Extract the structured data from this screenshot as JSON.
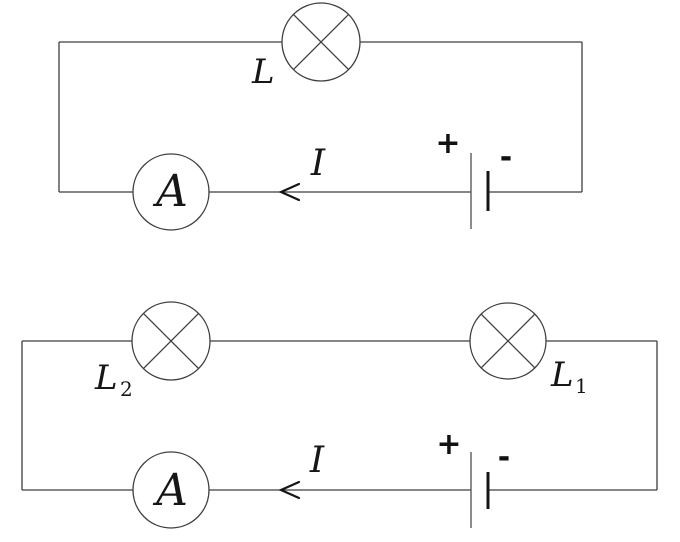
{
  "diagram": {
    "description": "Two series electrical circuit diagrams",
    "colors": {
      "background": "#ffffff",
      "wire": "#3f3f3f",
      "ink": "#161616"
    },
    "circuit1": {
      "lamp_label": "L",
      "ammeter_label": "A",
      "current_label": "I",
      "battery": {
        "positive": "+",
        "negative": "-"
      }
    },
    "circuit2": {
      "lamp2_label": "L",
      "lamp2_sub": "2",
      "lamp1_label": "L",
      "lamp1_sub": "1",
      "ammeter_label": "A",
      "current_label": "I",
      "battery": {
        "positive": "+",
        "negative": "-"
      }
    }
  }
}
